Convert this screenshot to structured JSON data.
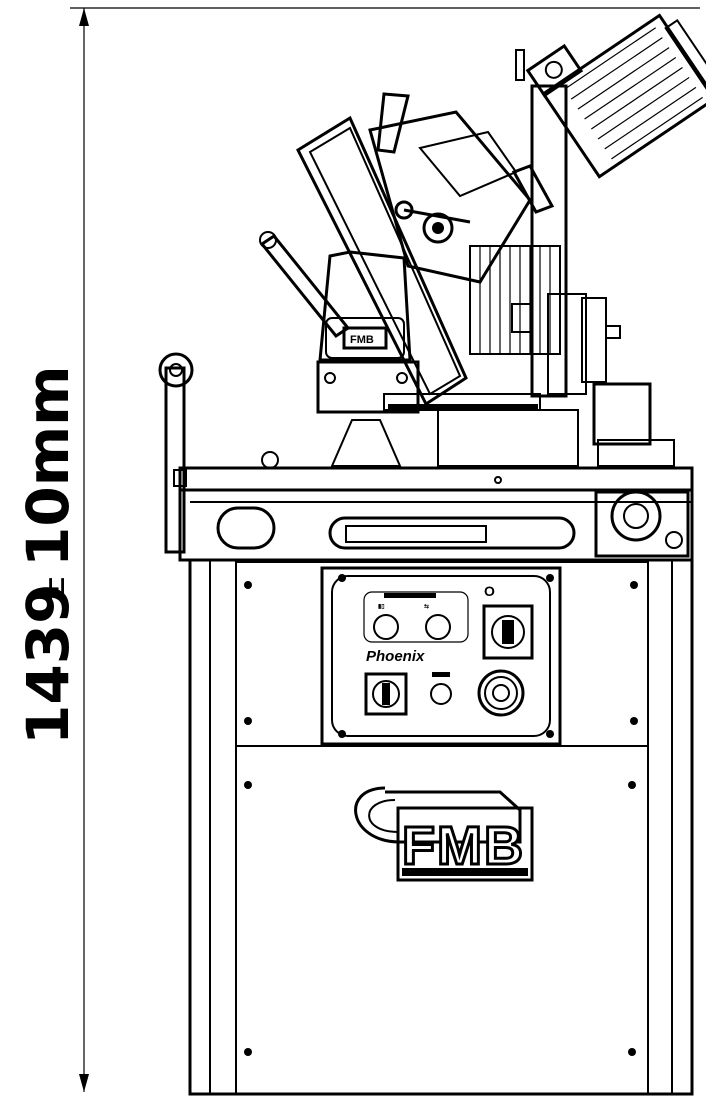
{
  "dimension": {
    "value": "1439",
    "tolerance_sign": "±",
    "tolerance": "10mm"
  },
  "logo": {
    "brand": "FMB"
  },
  "control_panel": {
    "brand_script": "Phoenix"
  },
  "colors": {
    "ink": "#000000",
    "paper": "#ffffff"
  }
}
